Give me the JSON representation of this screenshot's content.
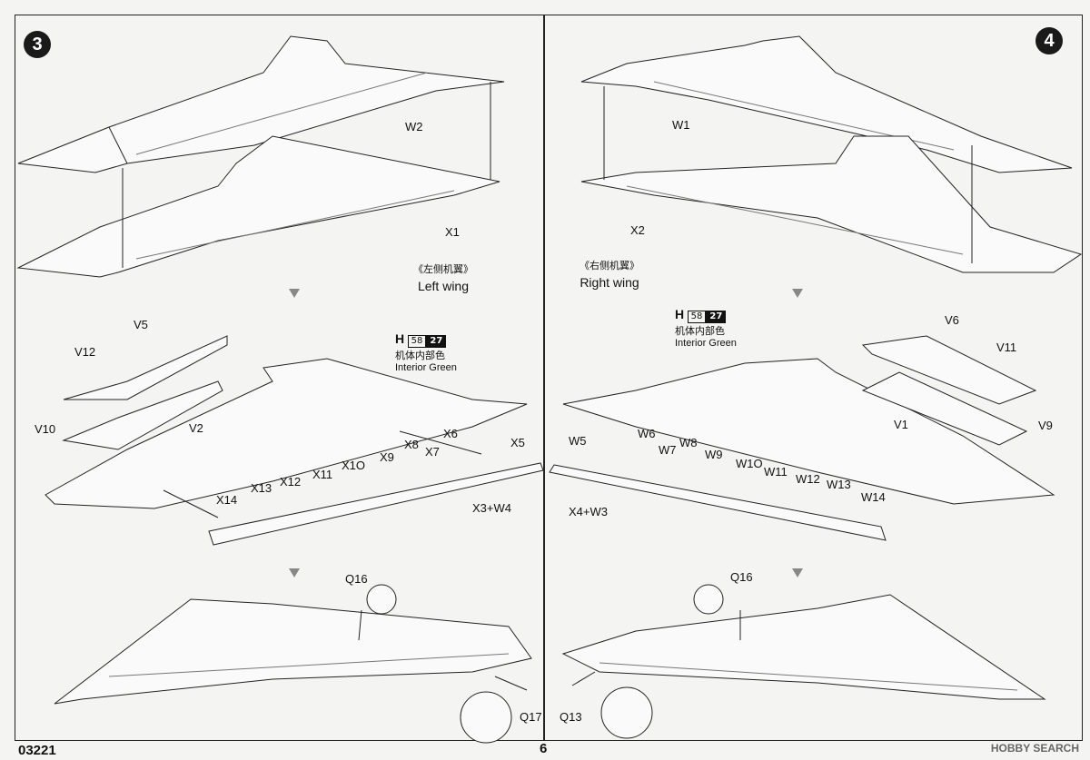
{
  "steps": {
    "left": "3",
    "right": "4"
  },
  "left_wing": {
    "title_cn": "《左侧机翼》",
    "title_en": "Left wing",
    "parts_top": [
      "W2",
      "X1"
    ],
    "flap_parts": [
      "V5",
      "V12",
      "V10",
      "V2"
    ],
    "paint": {
      "letter": "H",
      "ref1": "58",
      "ref2": "27",
      "cn": "机体内部色",
      "en": "Interior Green"
    },
    "pylon_parts": [
      "X6",
      "X5",
      "X8",
      "X7",
      "X9",
      "X1O",
      "X11",
      "X12",
      "X13",
      "X14"
    ],
    "strip_part": "X3+W4",
    "lower_parts": [
      "Q16",
      "Q17"
    ]
  },
  "right_wing": {
    "title_cn": "《右侧机翼》",
    "title_en": "Right wing",
    "parts_top": [
      "W1",
      "X2"
    ],
    "flap_parts": [
      "V6",
      "V11",
      "V1",
      "V9"
    ],
    "paint": {
      "letter": "H",
      "ref1": "58",
      "ref2": "27",
      "cn": "机体内部色",
      "en": "Interior Green"
    },
    "pylon_parts": [
      "W5",
      "W6",
      "W7",
      "W8",
      "W9",
      "W1O",
      "W11",
      "W12",
      "W13",
      "W14"
    ],
    "strip_part": "X4+W3",
    "lower_parts": [
      "Q16",
      "Q13"
    ]
  },
  "footer": {
    "code": "03221",
    "page": "6",
    "watermark": "HOBBY SEARCH"
  }
}
